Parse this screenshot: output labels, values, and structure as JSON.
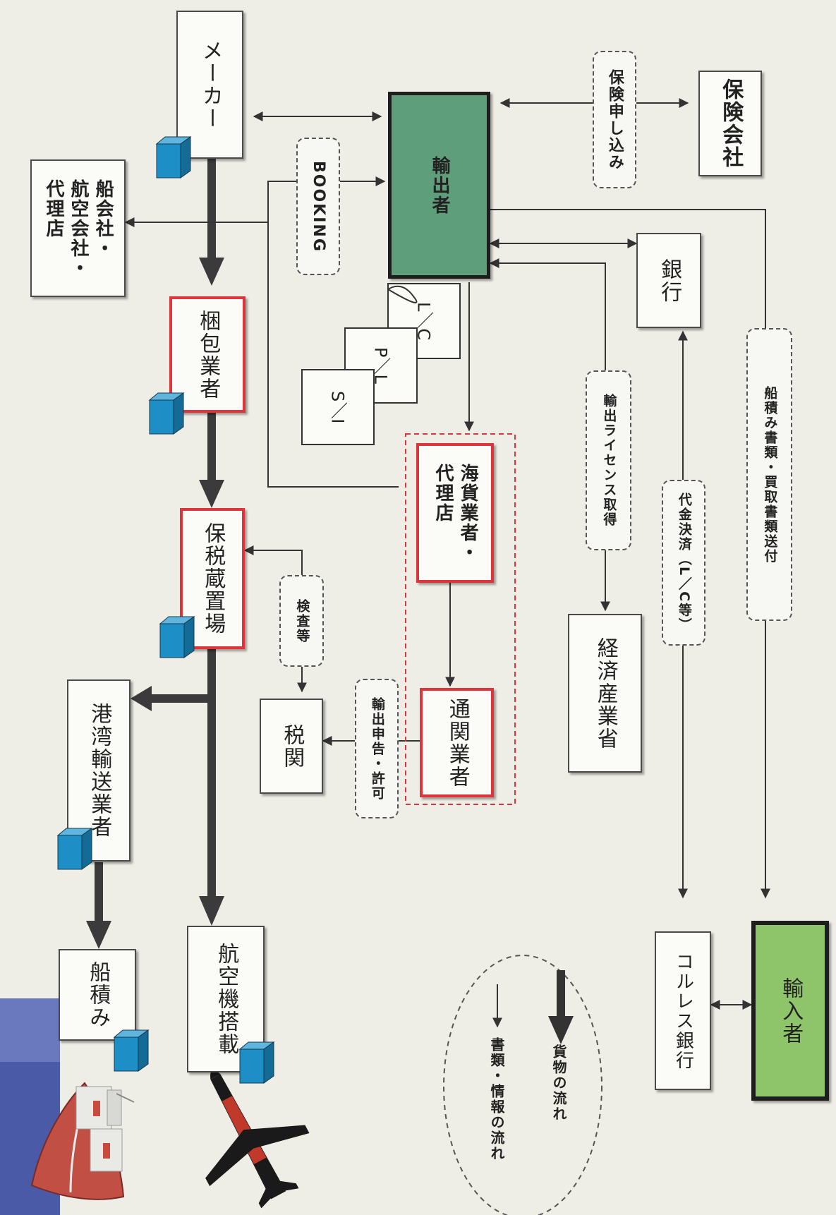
{
  "nodes": {
    "maker": "メーカー",
    "exporter": "輸出者",
    "insurance_co": "保険会社",
    "shipping_co": "船会社・\n航空会社・\n代理店",
    "packing": "梱包業者",
    "bonded": "保税蔵置場",
    "port_transport": "港湾輸送業者",
    "loading_ship": "船積み",
    "loading_air": "航空機搭載",
    "customs": "税関",
    "forwarder": "海貨業者・\n代理店",
    "broker": "通関業者",
    "bank": "銀行",
    "meti": "経済産業省",
    "importer": "輸入者",
    "corres_bank": "コルレス銀行"
  },
  "labels": {
    "insurance_apply": "保険申し込み",
    "booking": "BOOKING",
    "export_license": "輸出ライセンス取得",
    "shipping_docs": "船積み書類・買取書類送付",
    "payment": "代金決済（L／C等）",
    "inspection": "検査等",
    "export_declaration": "輸出申告・許可"
  },
  "documents": [
    "L／C",
    "P／L",
    "S／I"
  ],
  "legend": {
    "cargo_flow": "貨物の流れ",
    "info_flow": "書類・情報の流れ"
  },
  "colors": {
    "exporter_fill": "#5e9e7a",
    "importer_fill": "#8ec56a",
    "highlight_border": "#e0343c",
    "cube": "#1e8fc6"
  }
}
